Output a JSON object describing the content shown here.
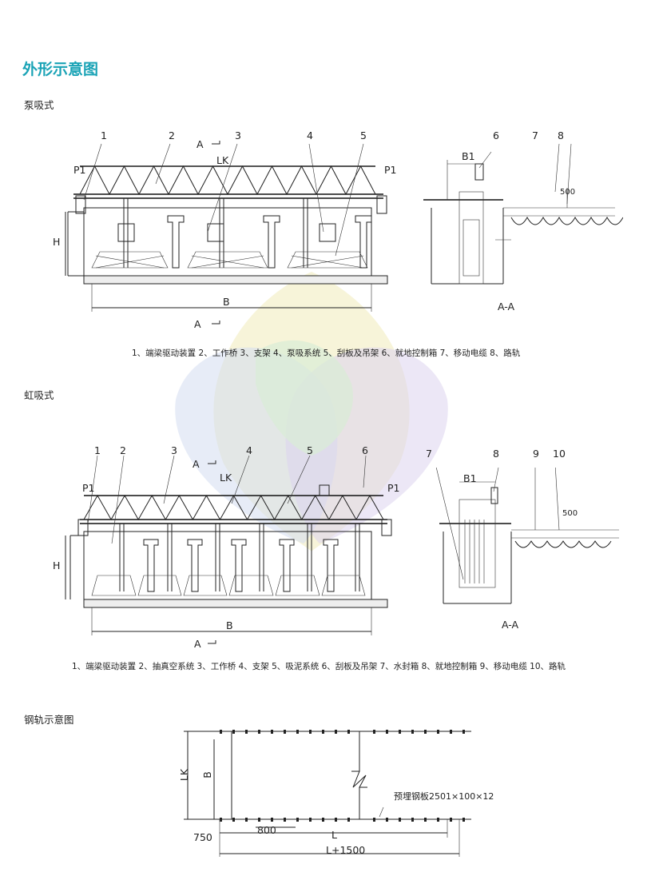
{
  "page_title": "外形示意图",
  "section_pump": {
    "heading": "泵吸式",
    "label_a": "A",
    "label_lk": "LK",
    "label_p1": "P1",
    "label_h": "H",
    "label_b": "B",
    "label_b1": "B1",
    "label_aa": "A-A",
    "dim_500": "500",
    "callouts": [
      "1",
      "2",
      "3",
      "4",
      "5",
      "6",
      "7",
      "8"
    ],
    "legend": "1、端梁驱动装置    2、工作桥    3、支架    4、泵吸系统    5、刮板及吊架    6、就地控制箱    7、移动电缆    8、路轨"
  },
  "section_siphon": {
    "heading": "虹吸式",
    "label_a": "A",
    "label_lk": "LK",
    "label_p1": "P1",
    "label_h": "H",
    "label_b": "B",
    "label_b1": "B1",
    "label_aa": "A-A",
    "dim_500": "500",
    "callouts": [
      "1",
      "2",
      "3",
      "4",
      "5",
      "6",
      "7",
      "8",
      "9",
      "10"
    ],
    "legend": "1、端梁驱动装置    2、抽真空系统    3、工作桥    4、支架    5、吸泥系统    6、刮板及吊架    7、水封箱    8、就地控制箱    9、移动电缆    10、路轨"
  },
  "section_rail": {
    "heading": "钢轨示意图",
    "label_lk": "LK",
    "label_b": "B",
    "label_l": "L",
    "label_750": "750",
    "label_800": "800",
    "label_l1500": "L+1500",
    "plate_note": "预埋钢板2501×100×12"
  },
  "colors": {
    "title": "#1aa3b6",
    "watermark_yellow": "#f1ecc0",
    "watermark_purple": "#ddd3ee",
    "watermark_green": "#d9ecd6",
    "watermark_blue": "#d3dcf0"
  }
}
